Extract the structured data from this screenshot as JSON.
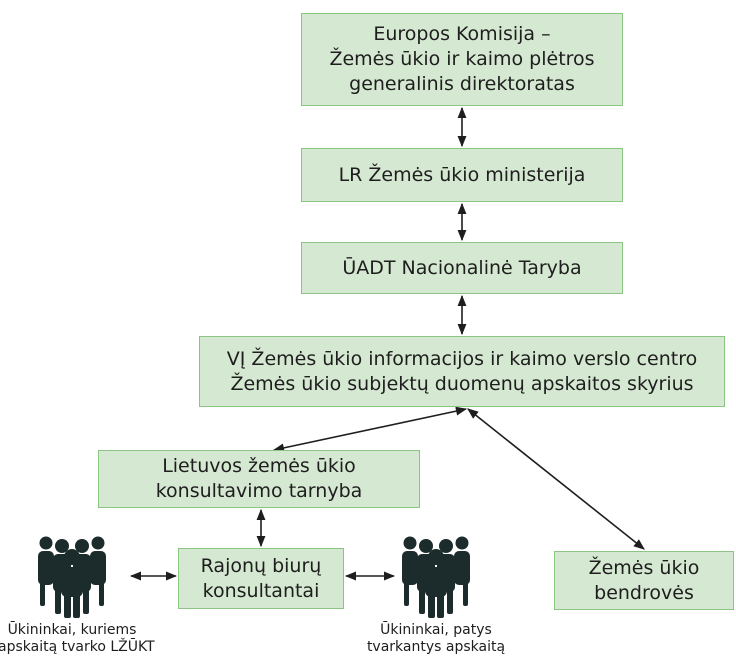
{
  "boxes": {
    "ec_dg": {
      "lines": [
        "Europos Komisija –",
        "Žemės ūkio ir kaimo plėtros",
        "generalinis direktoratas"
      ]
    },
    "ministry": {
      "lines": [
        "LR Žemės ūkio ministerija"
      ]
    },
    "national_board": {
      "lines": [
        "ŪADT Nacionalinė Taryba"
      ]
    },
    "info_centre": {
      "lines": [
        "VĮ Žemės ūkio informacijos ir kaimo verslo centro",
        "Žemės ūkio subjektų duomenų apskaitos skyrius"
      ]
    },
    "advisory_service": {
      "lines": [
        "Lietuvos žemės ūkio",
        "konsultavimo tarnyba"
      ]
    },
    "district_consultants": {
      "lines": [
        "Rajonų biurų",
        "konsultantai"
      ]
    },
    "agri_companies": {
      "lines": [
        "Žemės ūkio",
        "bendrovės"
      ]
    }
  },
  "groups": {
    "left": {
      "icon": "people-group-icon",
      "lines": [
        "Ūkininkai, kuriems",
        "apskaitą tvarko LŽŪKT"
      ]
    },
    "right": {
      "icon": "people-group-icon",
      "lines": [
        "Ūkininkai, patys",
        "tvarkantys apskaitą"
      ]
    }
  },
  "colors": {
    "box_fill": "#d5e8d1",
    "box_border": "#8cc583",
    "arrow": "#1e1e1e",
    "people": "#1c2b2b"
  }
}
